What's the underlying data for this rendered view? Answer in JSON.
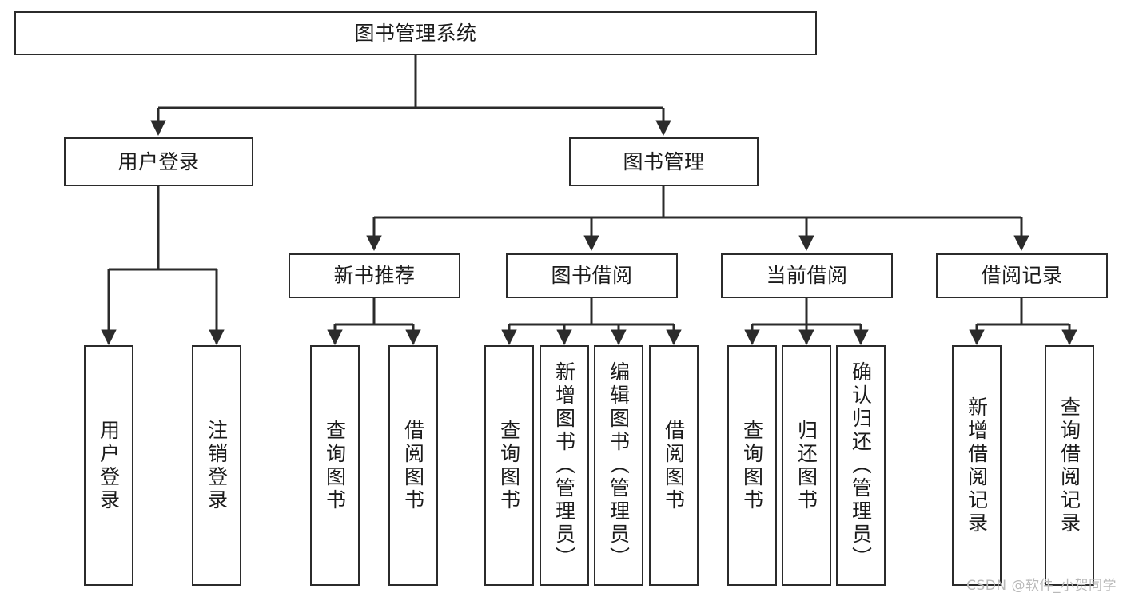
{
  "diagram": {
    "title": "图书管理系统",
    "type": "tree",
    "watermark": "CSDN @软件_小贺同学",
    "colors": {
      "stroke": "#2b2b2b",
      "fill": "#ffffff",
      "text": "#1b1b1b",
      "watermark": "#b9b9b9",
      "background": "#ffffff"
    },
    "levels": {
      "root": "图书管理系统",
      "level1": [
        "用户登录",
        "图书管理"
      ],
      "level2": [
        "新书推荐",
        "图书借阅",
        "当前借阅",
        "借阅记录"
      ]
    },
    "nodes": {
      "root": {
        "label": "图书管理系统"
      },
      "l1": [
        {
          "label": "用户登录"
        },
        {
          "label": "图书管理"
        }
      ],
      "l2": [
        {
          "label": "新书推荐"
        },
        {
          "label": "图书借阅"
        },
        {
          "label": "当前借阅"
        },
        {
          "label": "借阅记录"
        }
      ],
      "leaves_user_login": [
        {
          "label": "用户登录"
        },
        {
          "label": "注销登录"
        }
      ],
      "leaves_new_books": [
        {
          "label": "查询图书"
        },
        {
          "label": "借阅图书"
        }
      ],
      "leaves_borrow": [
        {
          "label": "查询图书"
        },
        {
          "label": "新增图书（管理员）"
        },
        {
          "label": "编辑图书（管理员）"
        },
        {
          "label": "借阅图书"
        }
      ],
      "leaves_current": [
        {
          "label": "查询图书"
        },
        {
          "label": "归还图书"
        },
        {
          "label": "确认归还（管理员）"
        }
      ],
      "leaves_records": [
        {
          "label": "新增借阅记录"
        },
        {
          "label": "查询借阅记录"
        }
      ]
    }
  }
}
